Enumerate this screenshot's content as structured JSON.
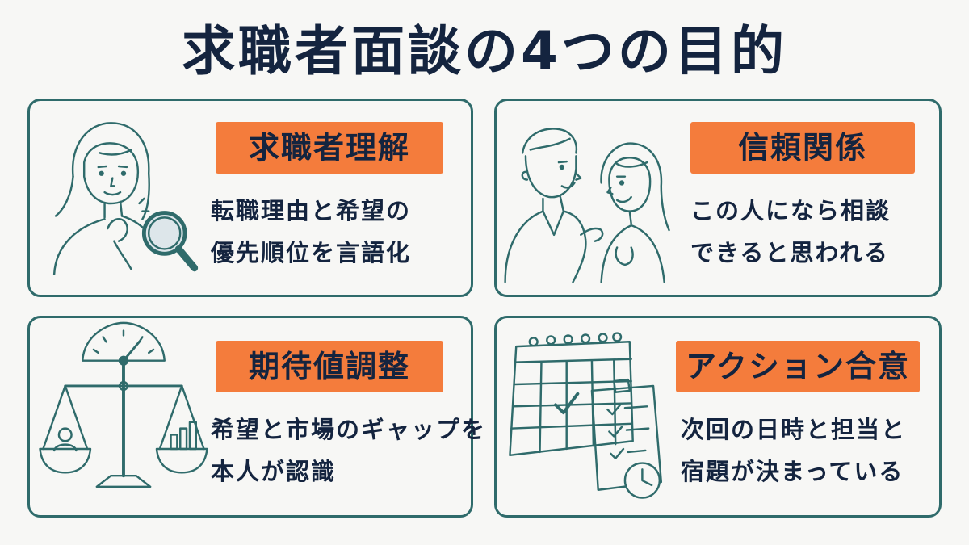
{
  "title": "求職者面談の4つの目的",
  "cards": [
    {
      "label": "求職者理解",
      "lines": [
        "転職理由と希望の",
        "優先順位を言語化"
      ],
      "illustration": "woman-magnifier-icon"
    },
    {
      "label": "信頼関係",
      "lines": [
        "この人になら相談",
        "できると思われる"
      ],
      "illustration": "two-people-talking-icon"
    },
    {
      "label": "期待値調整",
      "lines": [
        "希望と市場のギャップを",
        "本人が認識"
      ],
      "illustration": "scale-gauge-icon"
    },
    {
      "label": "アクション合意",
      "lines": [
        "次回の日時と担当と",
        "宿題が決まっている"
      ],
      "illustration": "calendar-checklist-clock-icon"
    }
  ],
  "colors": {
    "accent": "#f47c3c",
    "border": "#2f6b6b",
    "text": "#14243f",
    "background": "#f7f7f5"
  }
}
